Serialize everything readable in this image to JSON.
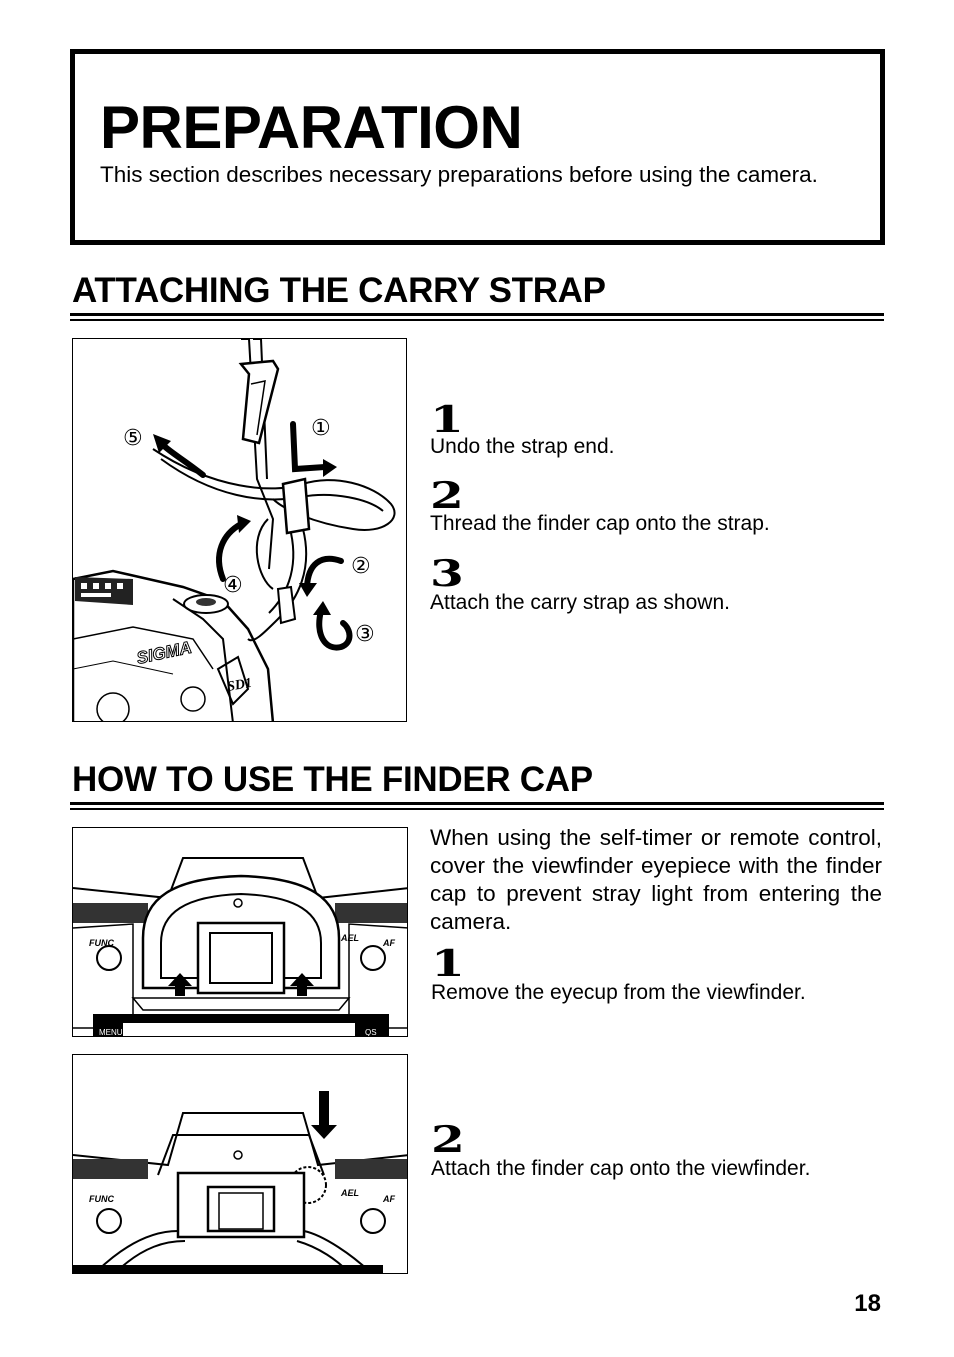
{
  "header": {
    "title": "PREPARATION",
    "description": "This section describes necessary preparations before using the camera."
  },
  "strap_section": {
    "heading": "ATTACHING THE CARRY STRAP",
    "figure_labels": [
      "①",
      "②",
      "③",
      "④",
      "⑤"
    ],
    "camera_brand": "SIGMA",
    "camera_model": "SD1",
    "steps": [
      {
        "number": "1",
        "text": "Undo the strap end."
      },
      {
        "number": "2",
        "text": "Thread the finder cap onto the strap."
      },
      {
        "number": "3",
        "text": "Attach the carry strap as shown."
      }
    ]
  },
  "finder_section": {
    "heading": "HOW TO USE THE FINDER CAP",
    "intro": "When using the self-timer or remote control, cover the viewfinder eyepiece with the finder cap to prevent stray light from entering the camera.",
    "figure_labels": {
      "func": "FUNC",
      "ael": "AEL",
      "af": "AF",
      "menu": "MENU",
      "qs": "QS"
    },
    "steps": [
      {
        "number": "1",
        "text": "Remove the eyecup from the viewfinder."
      },
      {
        "number": "2",
        "text": "Attach the finder cap onto the viewfinder."
      }
    ]
  },
  "page_number": "18"
}
